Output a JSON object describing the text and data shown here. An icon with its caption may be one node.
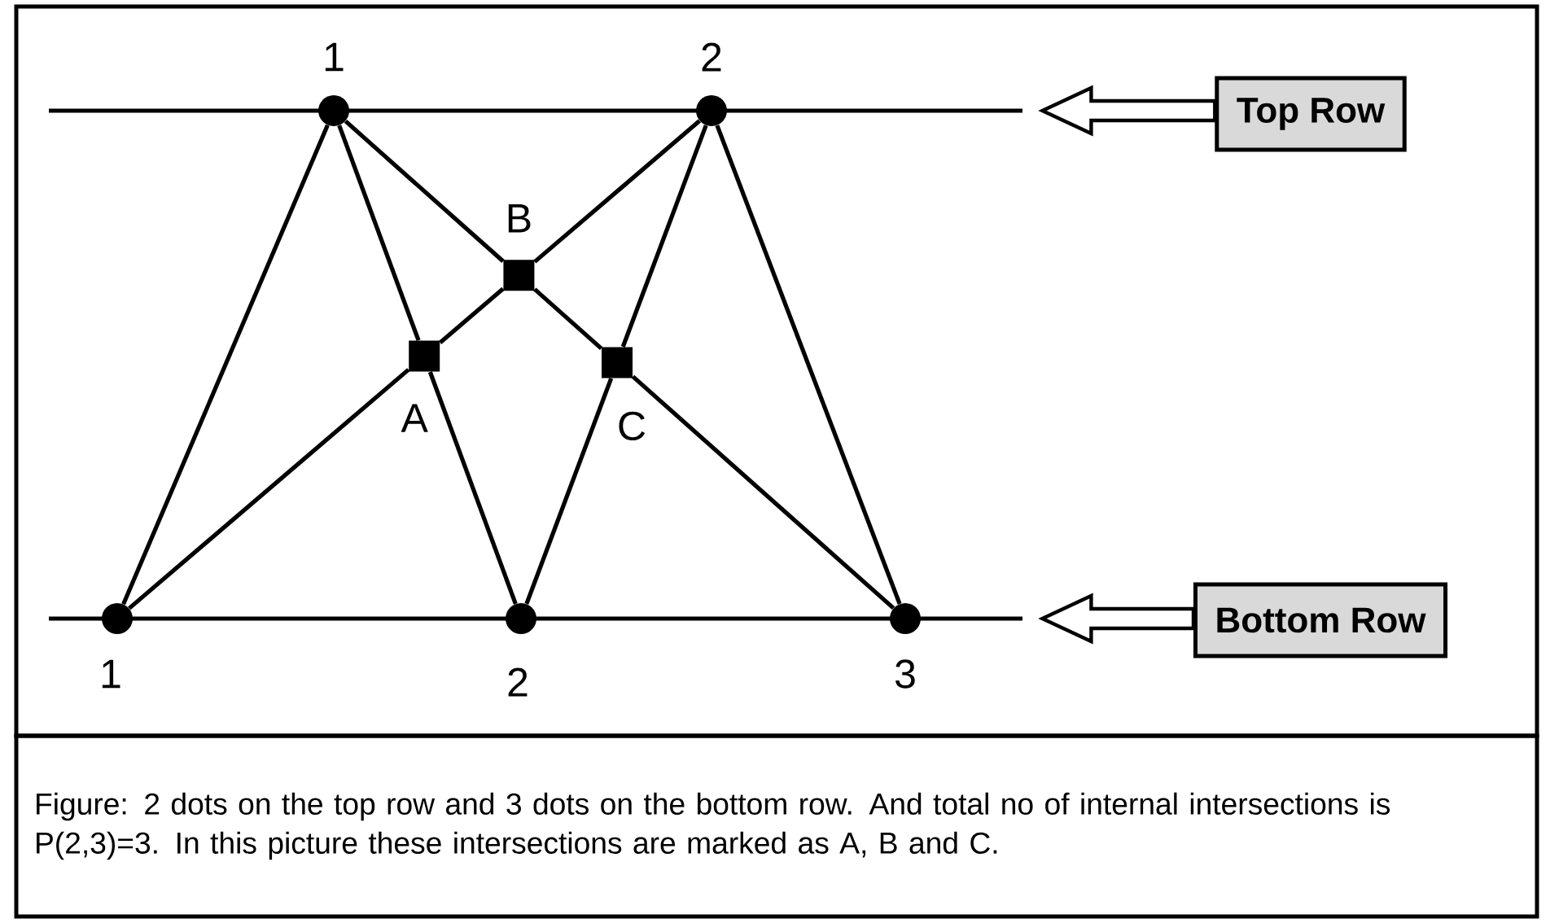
{
  "diagram": {
    "caption": "Figure: 2 dots on the top row and 3 dots on the bottom row. And total no of internal intersections is P(2,3)=3. In this picture these intersections are marked as A, B and C.",
    "nodes": [
      {
        "text": [],
        "shape": "bar"
      },
      {
        "text": [],
        "shape": "circle",
        "beside": [
          "1"
        ]
      },
      {
        "text": [],
        "shape": "circle",
        "beside": [
          "2"
        ]
      },
      {
        "text": [
          "Top Row"
        ]
      },
      {
        "text": [],
        "shape": "box",
        "beside": [
          "B"
        ]
      },
      {
        "text": [],
        "shape": "box",
        "beside": [
          "A"
        ]
      },
      {
        "text": [],
        "shape": "box",
        "beside": [
          "C"
        ]
      },
      {
        "text": [],
        "shape": "bar"
      },
      {
        "text": [],
        "shape": "circle",
        "beside": [
          "1"
        ]
      },
      {
        "text": [],
        "shape": "circle",
        "beside": [
          "2"
        ]
      },
      {
        "text": [],
        "shape": "circle",
        "beside": [
          "3"
        ]
      },
      {
        "text": [
          "Bottom Row"
        ]
      }
    ],
    "edges": [
      {
        "from": 1,
        "to": 8,
        "arrow": "none"
      },
      {
        "from": 1,
        "to": 5,
        "arrow": "none"
      },
      {
        "from": 5,
        "to": 9,
        "arrow": "none"
      },
      {
        "from": 1,
        "to": 4,
        "arrow": "none"
      },
      {
        "from": 4,
        "to": 6,
        "arrow": "none"
      },
      {
        "from": 6,
        "to": 10,
        "arrow": "none"
      },
      {
        "from": 2,
        "to": 4,
        "arrow": "none"
      },
      {
        "from": 4,
        "to": 5,
        "arrow": "none"
      },
      {
        "from": 5,
        "to": 8,
        "arrow": "none"
      },
      {
        "from": 2,
        "to": 6,
        "arrow": "none"
      },
      {
        "from": 6,
        "to": 9,
        "arrow": "none"
      },
      {
        "from": 2,
        "to": 10,
        "arrow": "none"
      },
      {
        "from": 3,
        "to": 0,
        "arrow": "to"
      },
      {
        "from": 11,
        "to": 7,
        "arrow": "to"
      }
    ]
  }
}
